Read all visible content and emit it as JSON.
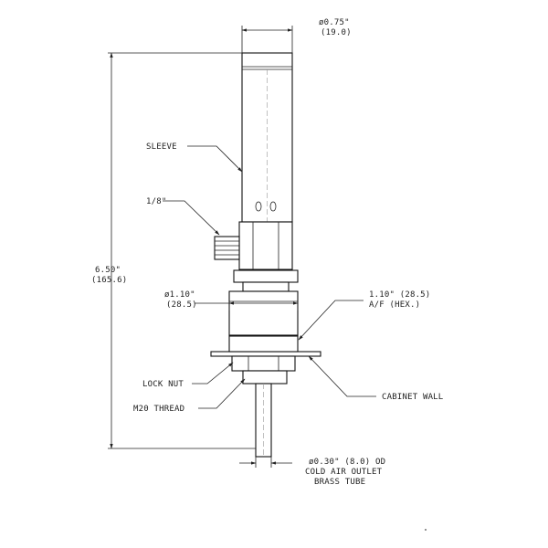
{
  "labels": {
    "sleeve_dia_in": "ø0.75\"",
    "sleeve_dia_mm": "(19.0)",
    "sleeve": "SLEEVE",
    "port_size": "1/8\"",
    "length_in": "6.50\"",
    "length_mm": "(165.6)",
    "body_dia_in": "ø1.10\"",
    "body_dia_mm": "(28.5)",
    "hex_size": "1.10\" (28.5)",
    "hex_af": "A/F (HEX.)",
    "lock_nut": "LOCK NUT",
    "cabinet_wall": "CABINET WALL",
    "thread": "M20 THREAD",
    "tube_dia": "ø0.30\" (8.0) OD",
    "tube_line2": "COLD AIR OUTLET",
    "tube_line3": "BRASS TUBE"
  }
}
